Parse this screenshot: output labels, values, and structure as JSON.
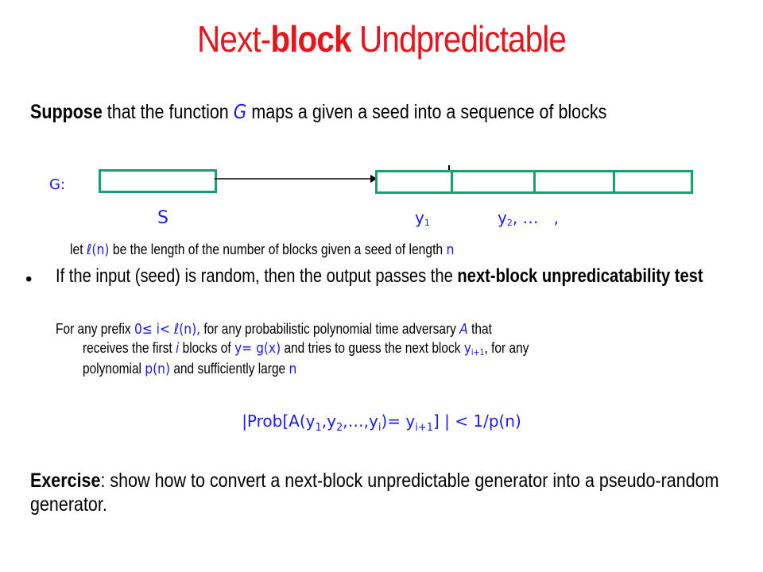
{
  "title": {
    "part1": "Next-",
    "part2": "block",
    "part3": " Undpredictable"
  },
  "intro": {
    "bold": "Suppose",
    "text1": " that the function ",
    "g": "G",
    "text2": " maps a given a seed into a sequence of blocks"
  },
  "diagram": {
    "g_label": "G:",
    "seed_label": "S",
    "y1": "y",
    "y1_sub": "1",
    "y2": "y",
    "y2_sub": "2",
    "rest": ", …   ,"
  },
  "let_line": {
    "t1": "let ",
    "ell": "ℓ(n)",
    "t2": " be the length of the number of blocks given a seed of length ",
    "n": "n"
  },
  "bullet": {
    "mark": "•",
    "text1": "If the input (seed) is random, then the output passes the ",
    "bold": "next-block unpredicatability test"
  },
  "sub": {
    "a1": "For any prefix ",
    "a2": "0≤ i< ℓ(n),",
    "a3": " for any probabilistic polynomial time adversary ",
    "a4": "A",
    "a5": " that",
    "b1": "receives the first ",
    "b2": "i",
    "b3": " blocks of ",
    "b4": "y= g(x)",
    "b5": " and tries to guess the next block  ",
    "b6": "y",
    "b6sub": "i+1",
    "b7": ", for any",
    "c1": "polynomial ",
    "c2": "p(n)",
    "c3": " and sufficiently large ",
    "c4": "n"
  },
  "formula": {
    "p1": "|Prob[A(y",
    "s1": "1",
    "p2": ",y",
    "s2": "2",
    "p3": ",…,y",
    "s3": "i",
    "p4": ")= y",
    "s4": "i+1",
    "p5": "] | < 1/p(n)"
  },
  "exercise": {
    "bold": "Exercise",
    "text": ": show how to convert a next-block unpredictable generator into a pseudo-random generator."
  },
  "colors": {
    "title": "#e8141c",
    "math": "#1a1aff",
    "box": "#19a06e"
  }
}
